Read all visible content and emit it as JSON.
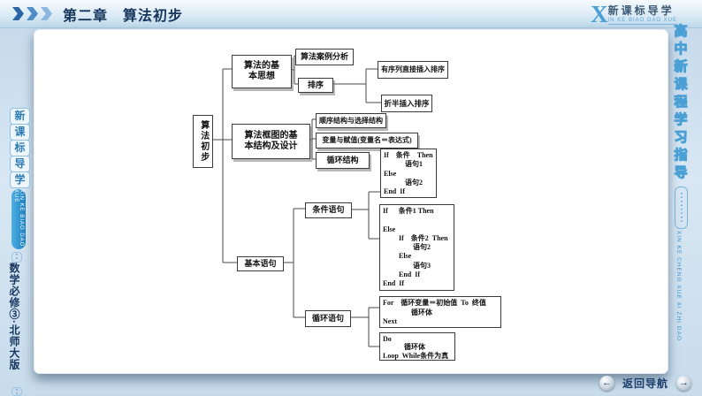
{
  "header": {
    "chapter": "第二章　算法初步",
    "logo_x": "X",
    "logo_cn": "新课标导学",
    "logo_en": "IN KE BIAO DAO XUE"
  },
  "left_rail": {
    "chars": [
      "新",
      "课",
      "标",
      "导",
      "学"
    ],
    "tab_en": "XIN KE BIAO DAO XUE",
    "book": "数学必修③·北师大版"
  },
  "right_rail": {
    "chars": [
      "高",
      "中",
      "新",
      "课",
      "程",
      "学",
      "习",
      "指",
      "导"
    ],
    "tab_en": "XIN KE CHENG XUE XI ZHI DAO"
  },
  "footer": {
    "back_nav": "返回导航",
    "prev": "←",
    "next": "→"
  },
  "diagram": {
    "root": "算法初步",
    "basic_idea": "算法的基\n本思想",
    "case_analysis": "算法案例分析",
    "sorting": "排序",
    "direct_insert": "有序列直接插入排序",
    "binary_insert": "折半插入排序",
    "framework": "算法框图的基\n本结构及设计",
    "seq_select": "顺序结构与选择结构",
    "assignment": "变量与赋值(变量名＝表达式)",
    "loop_structure": "循环结构",
    "basic_statements": "基本语句",
    "conditional": "条件语句",
    "loop_statement": "循环语句",
    "code_if_simple": "If　条件　Then\n　　　语句1\nElse\n　　　语句2\nEnd  If",
    "code_if_nested": "If　  条件1 Then\n\nElse\n　　 If　条件2  Then\n　　　　 语句2\n　　 Else\n　　　　 语句3\n　　 End  If\nEnd  If",
    "code_for": "For　循环变量＝初始值  To  终值\n　　　　循环体\nNext",
    "code_do": "Do\n　　　循环体\nLoop  While条件为真"
  }
}
